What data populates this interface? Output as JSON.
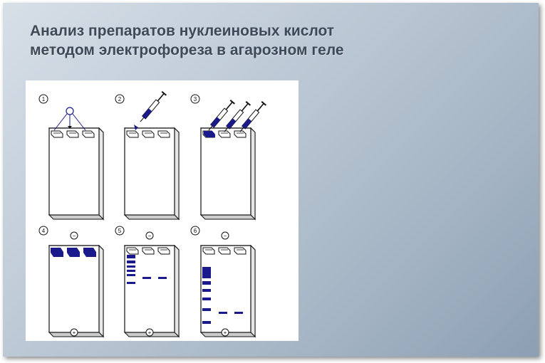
{
  "slide": {
    "title_line1": "Анализ препаратов нуклеиновых кислот",
    "title_line2": "методом электрофореза в агарозном геле"
  },
  "figure": {
    "colors": {
      "ink": "#111111",
      "dye": "#1a1a8c",
      "panel": "#ffffff"
    },
    "steps": [
      {
        "number": "1"
      },
      {
        "number": "2"
      },
      {
        "number": "3"
      },
      {
        "number": "4",
        "top_sign": "−",
        "bottom_sign": "+"
      },
      {
        "number": "5",
        "top_sign": "−",
        "bottom_sign": "+"
      },
      {
        "number": "6",
        "top_sign": "−",
        "bottom_sign": "+"
      }
    ]
  }
}
